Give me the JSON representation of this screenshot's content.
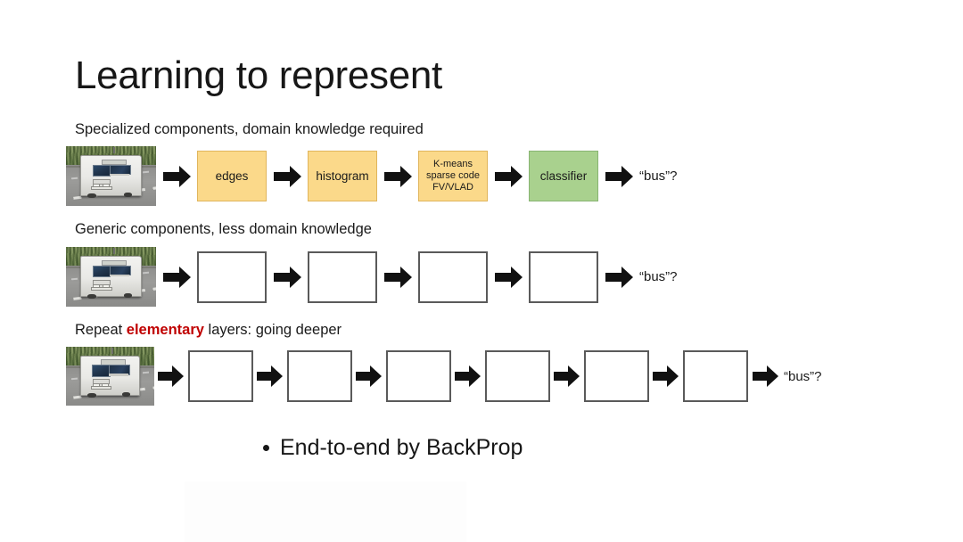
{
  "slide": {
    "title": "Learning to represent",
    "bullet": {
      "icon": "bullet-dot",
      "text": "End-to-end by BackProp"
    }
  },
  "colors": {
    "orange_fill": "#fbd98a",
    "orange_border": "#e0b55c",
    "green_fill": "#a9d18e",
    "green_border": "#88b472",
    "empty_border": "#5a5a5a",
    "highlight_red": "#c00000",
    "text": "#1a1a1a",
    "background": "#ffffff"
  },
  "rows": [
    {
      "caption": "Specialized components, domain knowledge required",
      "caption_parts": {
        "before": "Specialized components, domain knowledge required",
        "highlight": "",
        "after": ""
      },
      "image_alt": "bus",
      "output_label": "“bus”?",
      "arrow_count": 5,
      "stages": [
        {
          "label": "edges",
          "style": "orange",
          "lines": [
            "edges"
          ]
        },
        {
          "label": "histogram",
          "style": "orange",
          "lines": [
            "histogram"
          ]
        },
        {
          "label": "K-means sparse code FV/VLAD",
          "style": "orange",
          "lines": [
            "K-means",
            "sparse code",
            "FV/VLAD"
          ]
        },
        {
          "label": "classifier",
          "style": "green",
          "lines": [
            "classifier"
          ]
        }
      ]
    },
    {
      "caption": "Generic components, less domain knowledge",
      "caption_parts": {
        "before": "Generic components, less domain knowledge",
        "highlight": "",
        "after": ""
      },
      "image_alt": "bus",
      "output_label": "“bus”?",
      "arrow_count": 5,
      "stages": [
        {
          "label": "",
          "style": "empty",
          "lines": []
        },
        {
          "label": "",
          "style": "empty",
          "lines": []
        },
        {
          "label": "",
          "style": "empty",
          "lines": []
        },
        {
          "label": "",
          "style": "empty",
          "lines": []
        }
      ]
    },
    {
      "caption": "Repeat elementary layers: going deeper",
      "caption_parts": {
        "before": "Repeat ",
        "highlight": "elementary",
        "after": " layers: going deeper"
      },
      "image_alt": "bus",
      "output_label": "“bus”?",
      "arrow_count": 7,
      "stages": [
        {
          "label": "",
          "style": "empty",
          "lines": []
        },
        {
          "label": "",
          "style": "empty",
          "lines": []
        },
        {
          "label": "",
          "style": "empty",
          "lines": []
        },
        {
          "label": "",
          "style": "empty",
          "lines": []
        },
        {
          "label": "",
          "style": "empty",
          "lines": []
        },
        {
          "label": "",
          "style": "empty",
          "lines": []
        }
      ]
    }
  ]
}
